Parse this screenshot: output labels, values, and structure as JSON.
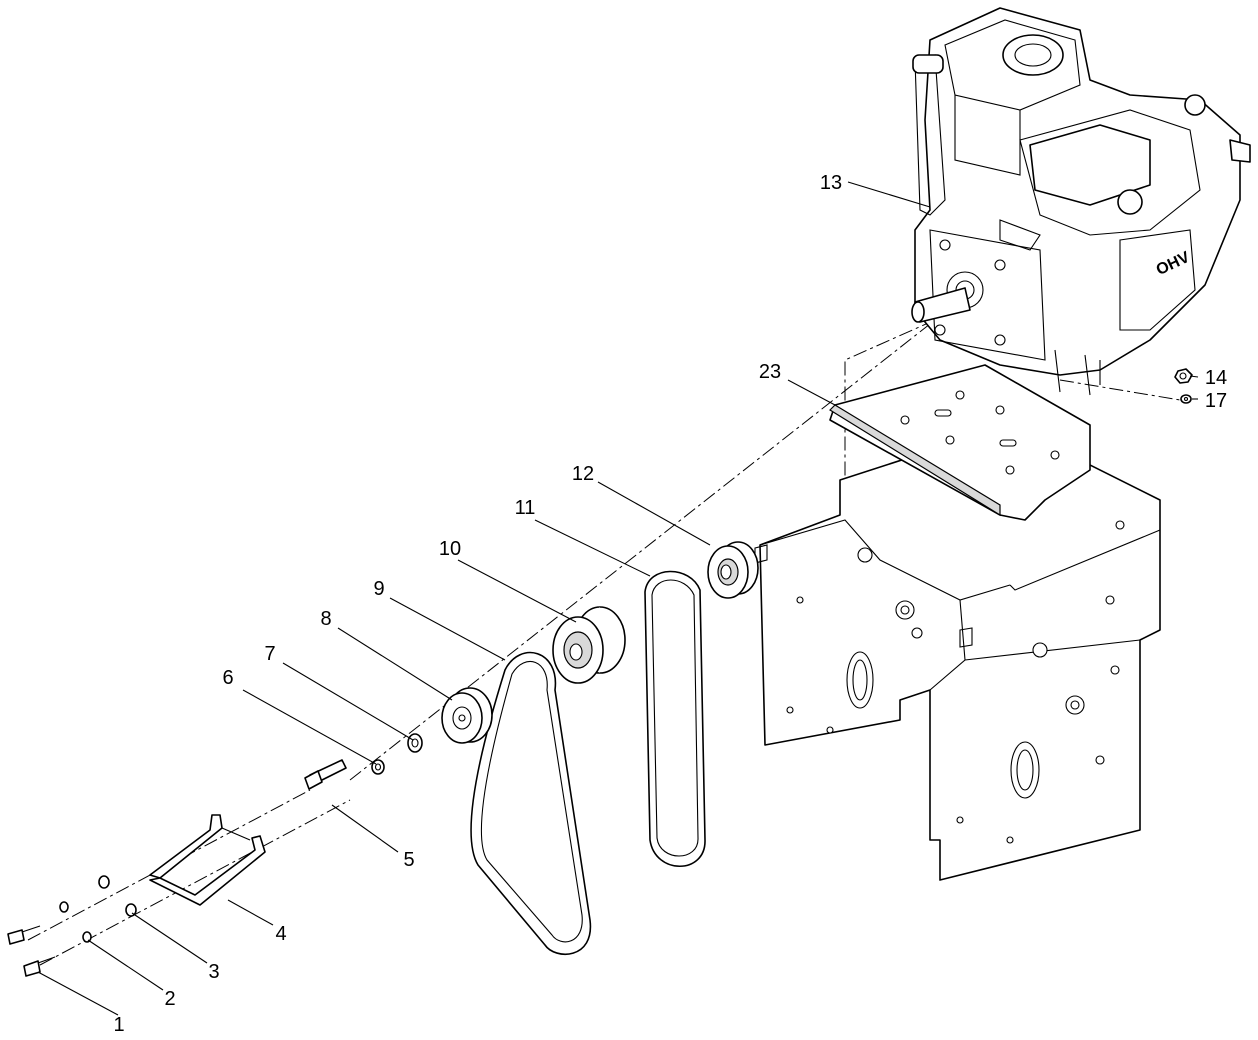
{
  "callouts": {
    "c1": "1",
    "c2": "2",
    "c3": "3",
    "c4": "4",
    "c5": "5",
    "c6": "6",
    "c7": "7",
    "c8": "8",
    "c9": "9",
    "c10": "10",
    "c11": "11",
    "c12": "12",
    "c13": "13",
    "c14": "14",
    "c17": "17",
    "c23": "23"
  },
  "engine_logo": "OHV"
}
